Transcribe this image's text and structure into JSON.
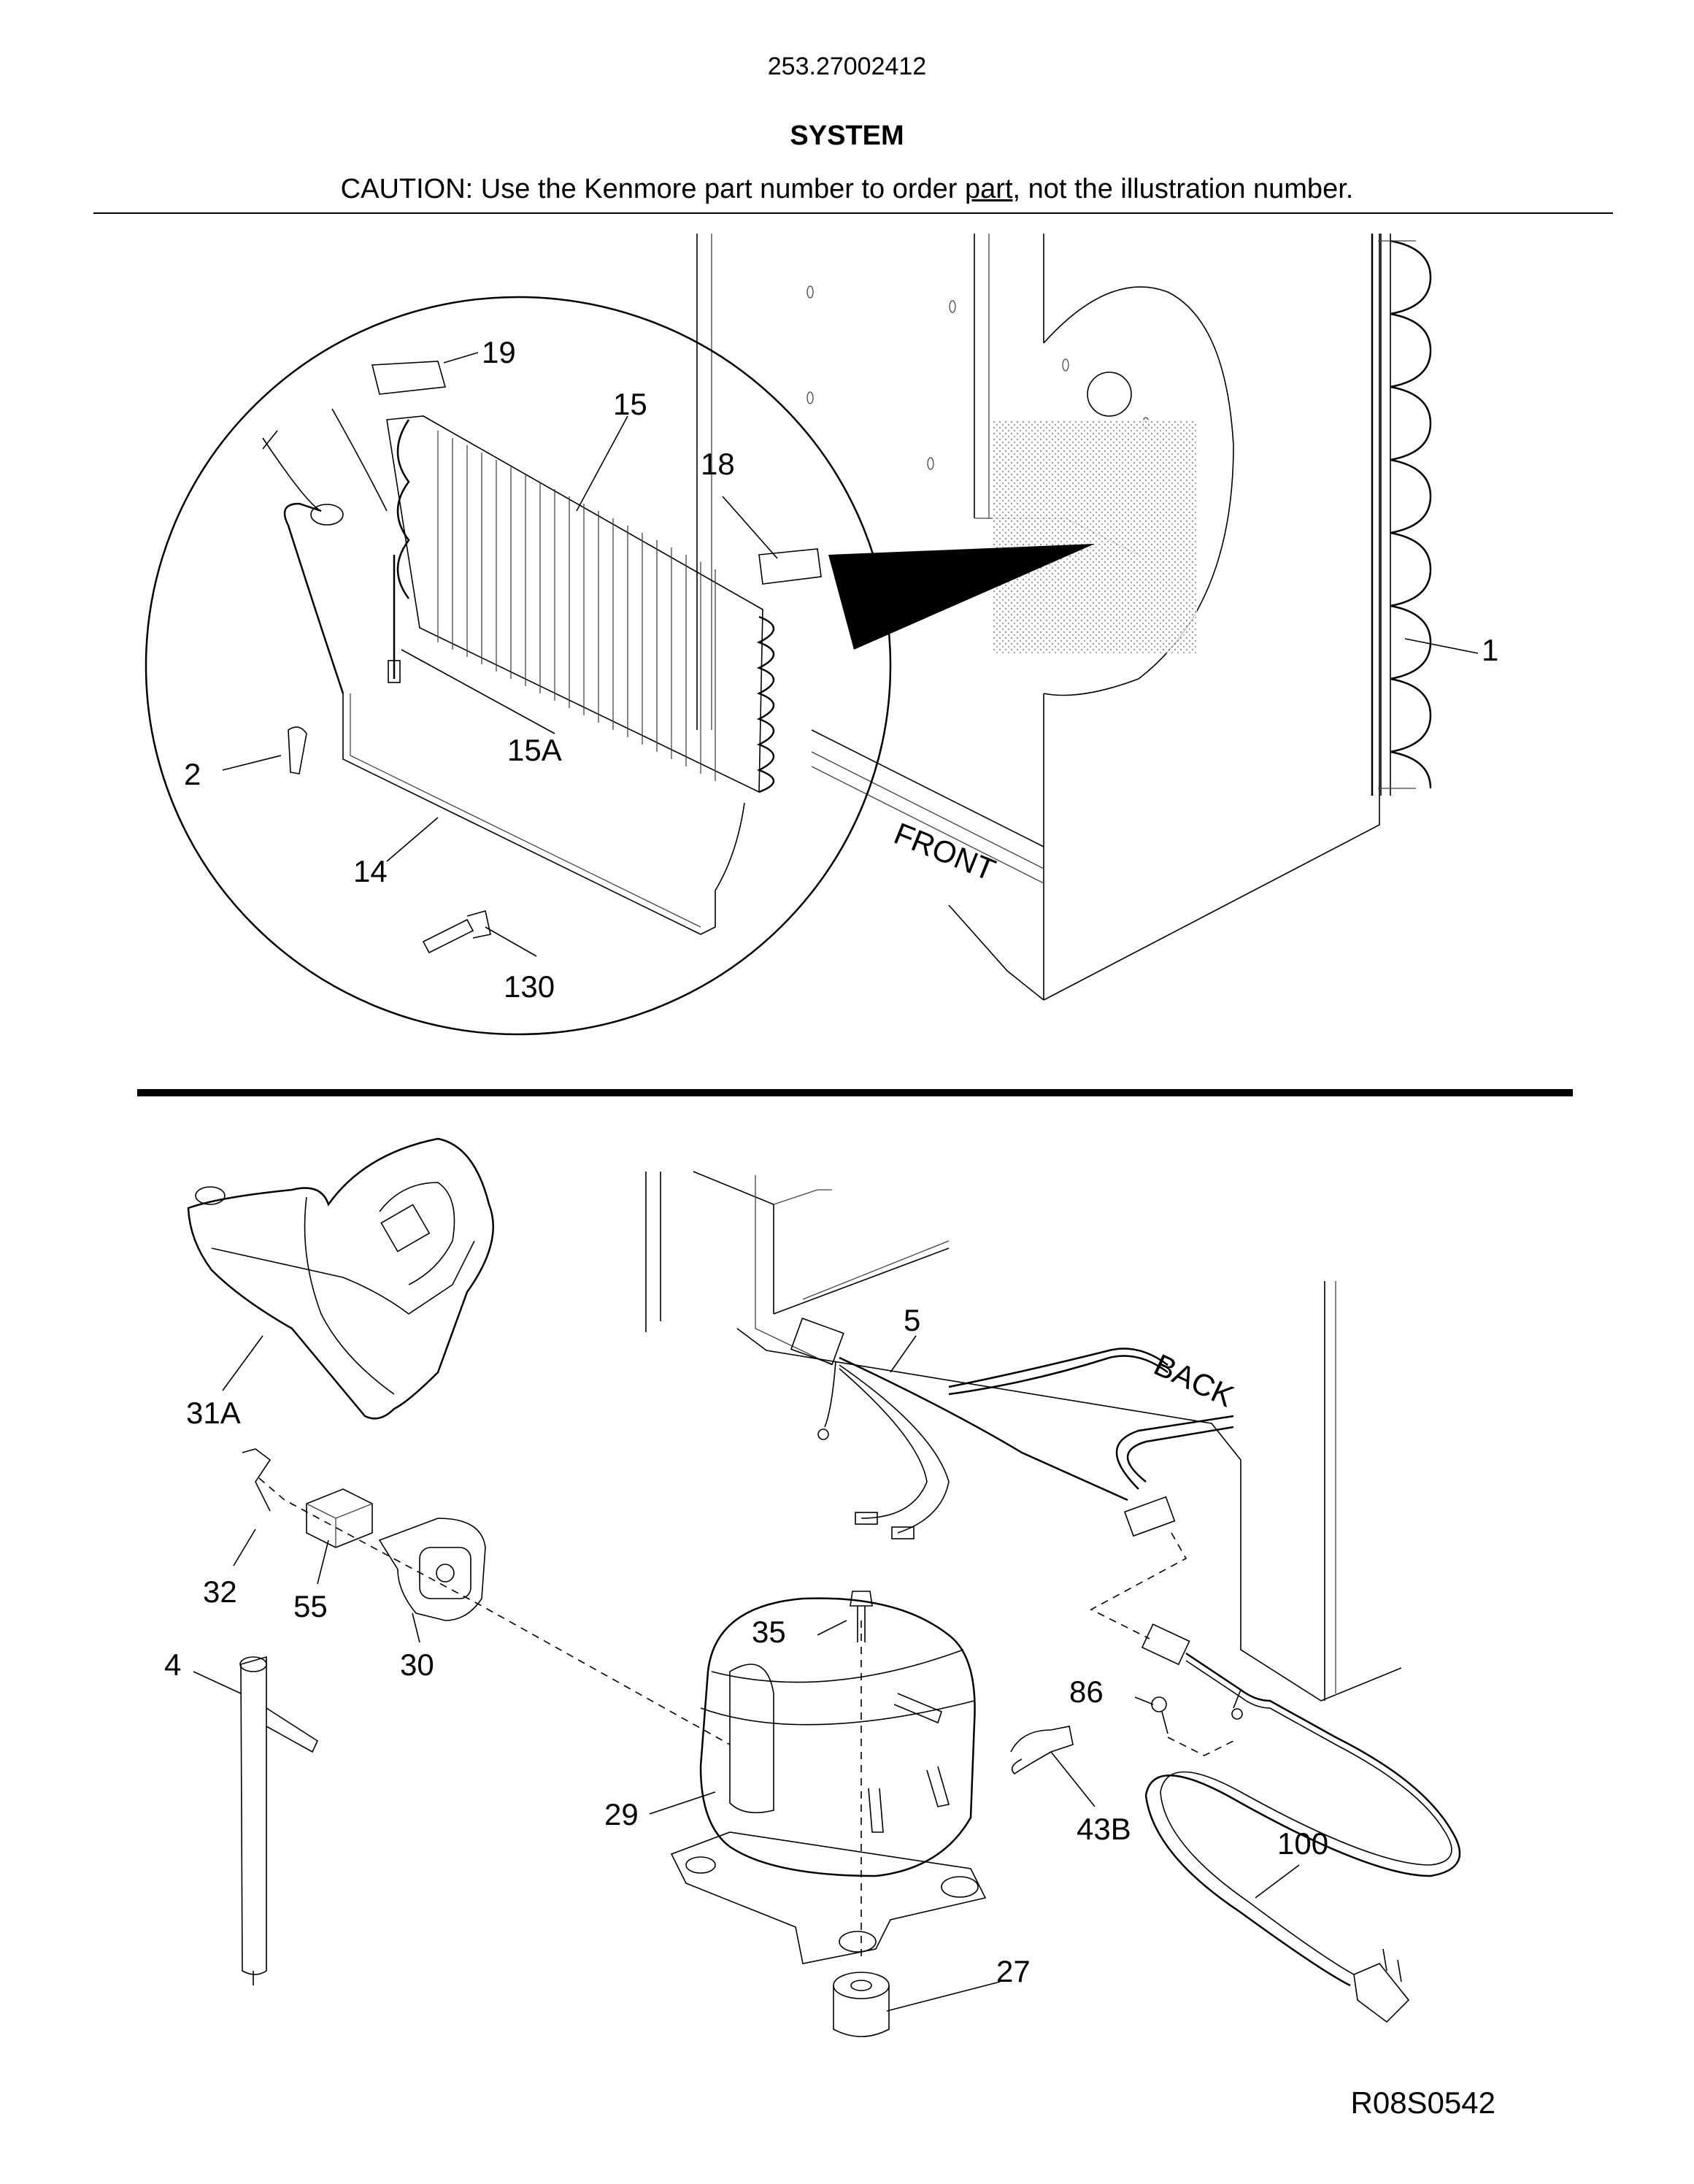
{
  "header": {
    "model_number": "253.27002412",
    "title": "SYSTEM",
    "caution_prefix": "CAUTION: Use the Kenmore part number to order ",
    "caution_underlined": "part",
    "caution_suffix": ", not the illustration number."
  },
  "top_view": {
    "labels": {
      "front": "FRONT"
    },
    "callouts": [
      "19",
      "15",
      "18",
      "15A",
      "2",
      "14",
      "130",
      "1"
    ]
  },
  "bottom_view": {
    "labels": {
      "back": "BACK"
    },
    "callouts": [
      "31A",
      "32",
      "55",
      "30",
      "4",
      "5",
      "35",
      "29",
      "27",
      "86",
      "43B",
      "100"
    ]
  },
  "drawing_code": "R08S0542"
}
